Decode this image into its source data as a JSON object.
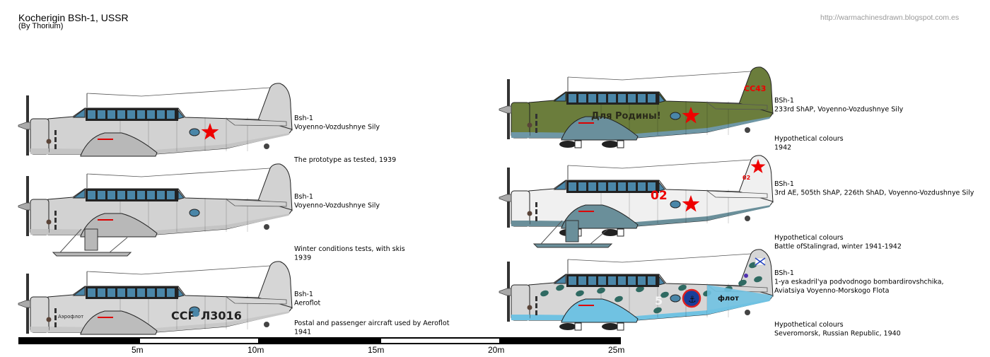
{
  "header": {
    "title": "Kocherigin BSh-1, USSR",
    "author": "(By Thorium)",
    "url": "http://warmachinesdrawn.blogspot.com.es"
  },
  "scale_bar": {
    "ticks": [
      "5m",
      "10m",
      "15m",
      "20m",
      "25m"
    ],
    "colors": {
      "dark": "#000000",
      "light": "#ffffff"
    }
  },
  "planes": [
    {
      "id": "prototype",
      "caption_lines": [
        "Bsh-1",
        "Voyenno-Vozdushnye Sily"
      ],
      "note_lines": [
        "The prototype as tested, 1939"
      ],
      "colors": {
        "body": "#d2d2d2",
        "under": "#c4c4c4",
        "fairing": "#b8b8b8"
      },
      "insignia": "red-star-icon",
      "skis": false,
      "bombs": false,
      "camo": false
    },
    {
      "id": "skis-test",
      "caption_lines": [
        "Bsh-1",
        "Voyenno-Vozdushnye Sily"
      ],
      "note_lines": [
        "Winter conditions tests, with skis",
        "1939"
      ],
      "colors": {
        "body": "#d2d2d2",
        "under": "#c4c4c4",
        "fairing": "#b8b8b8"
      },
      "insignia": "none",
      "skis": true,
      "bombs": false,
      "camo": false
    },
    {
      "id": "aeroflot",
      "caption_lines": [
        "Bsh-1",
        "Aeroflot"
      ],
      "note_lines": [
        "Postal and passenger aircraft used by Aeroflot",
        "1941"
      ],
      "colors": {
        "body": "#d6d6d6",
        "under": "#c8c8c8",
        "fairing": "#bcbcbc"
      },
      "insignia": "aeroflot-emblem-icon",
      "markings": {
        "nose_text": "Аэрофлот",
        "reg_left": "ССР",
        "reg_right": "Л3016"
      },
      "skis": false,
      "bombs": false,
      "camo": false
    },
    {
      "id": "green-233",
      "caption_lines": [
        "BSh-1",
        "233rd ShAP, Voyenno-Vozdushnye Sily"
      ],
      "note_lines": [
        "Hypothetical colours",
        "1942"
      ],
      "colors": {
        "body": "#6b7d3c",
        "under": "#6e97a6",
        "fairing": "#6a8f9c"
      },
      "insignia": "red-star-icon",
      "markings": {
        "slogan": "Для Родины!",
        "tail_code": "СС43"
      },
      "skis": false,
      "bombs": true,
      "camo": false
    },
    {
      "id": "winter-stalingrad",
      "caption_lines": [
        "BSh-1",
        "3rd AE, 505th ShAP, 226th ShAD, Voyenno-Vozdushnye Sily"
      ],
      "note_lines": [
        "Hypothetical colours",
        "Battle ofStalingrad, winter 1941-1942"
      ],
      "colors": {
        "body": "#f0f0f0",
        "under": "#6a8f9a",
        "fairing": "#6a8f9a"
      },
      "insignia": "red-star-icon",
      "markings": {
        "number": "02",
        "tail_number": "02"
      },
      "skis": true,
      "bombs": true,
      "camo": false
    },
    {
      "id": "naval",
      "caption_lines": [
        "BSh-1",
        "1-ya eskadril'ya podvodnogo bombardirovshchika,",
        "Aviatsiya Voyenno-Morskogo Flota"
      ],
      "note_lines": [
        "Hypothetical colours",
        "Severomorsk, Russian Republic, 1940"
      ],
      "colors": {
        "body": "#d6d6d6",
        "under": "#70c2e2",
        "fairing": "#70c2e2",
        "camo": "#2f6a62"
      },
      "insignia": "anchor-roundel-icon",
      "markings": {
        "number": "5",
        "fleet": "флот"
      },
      "skis": false,
      "bombs": true,
      "camo": true
    }
  ]
}
